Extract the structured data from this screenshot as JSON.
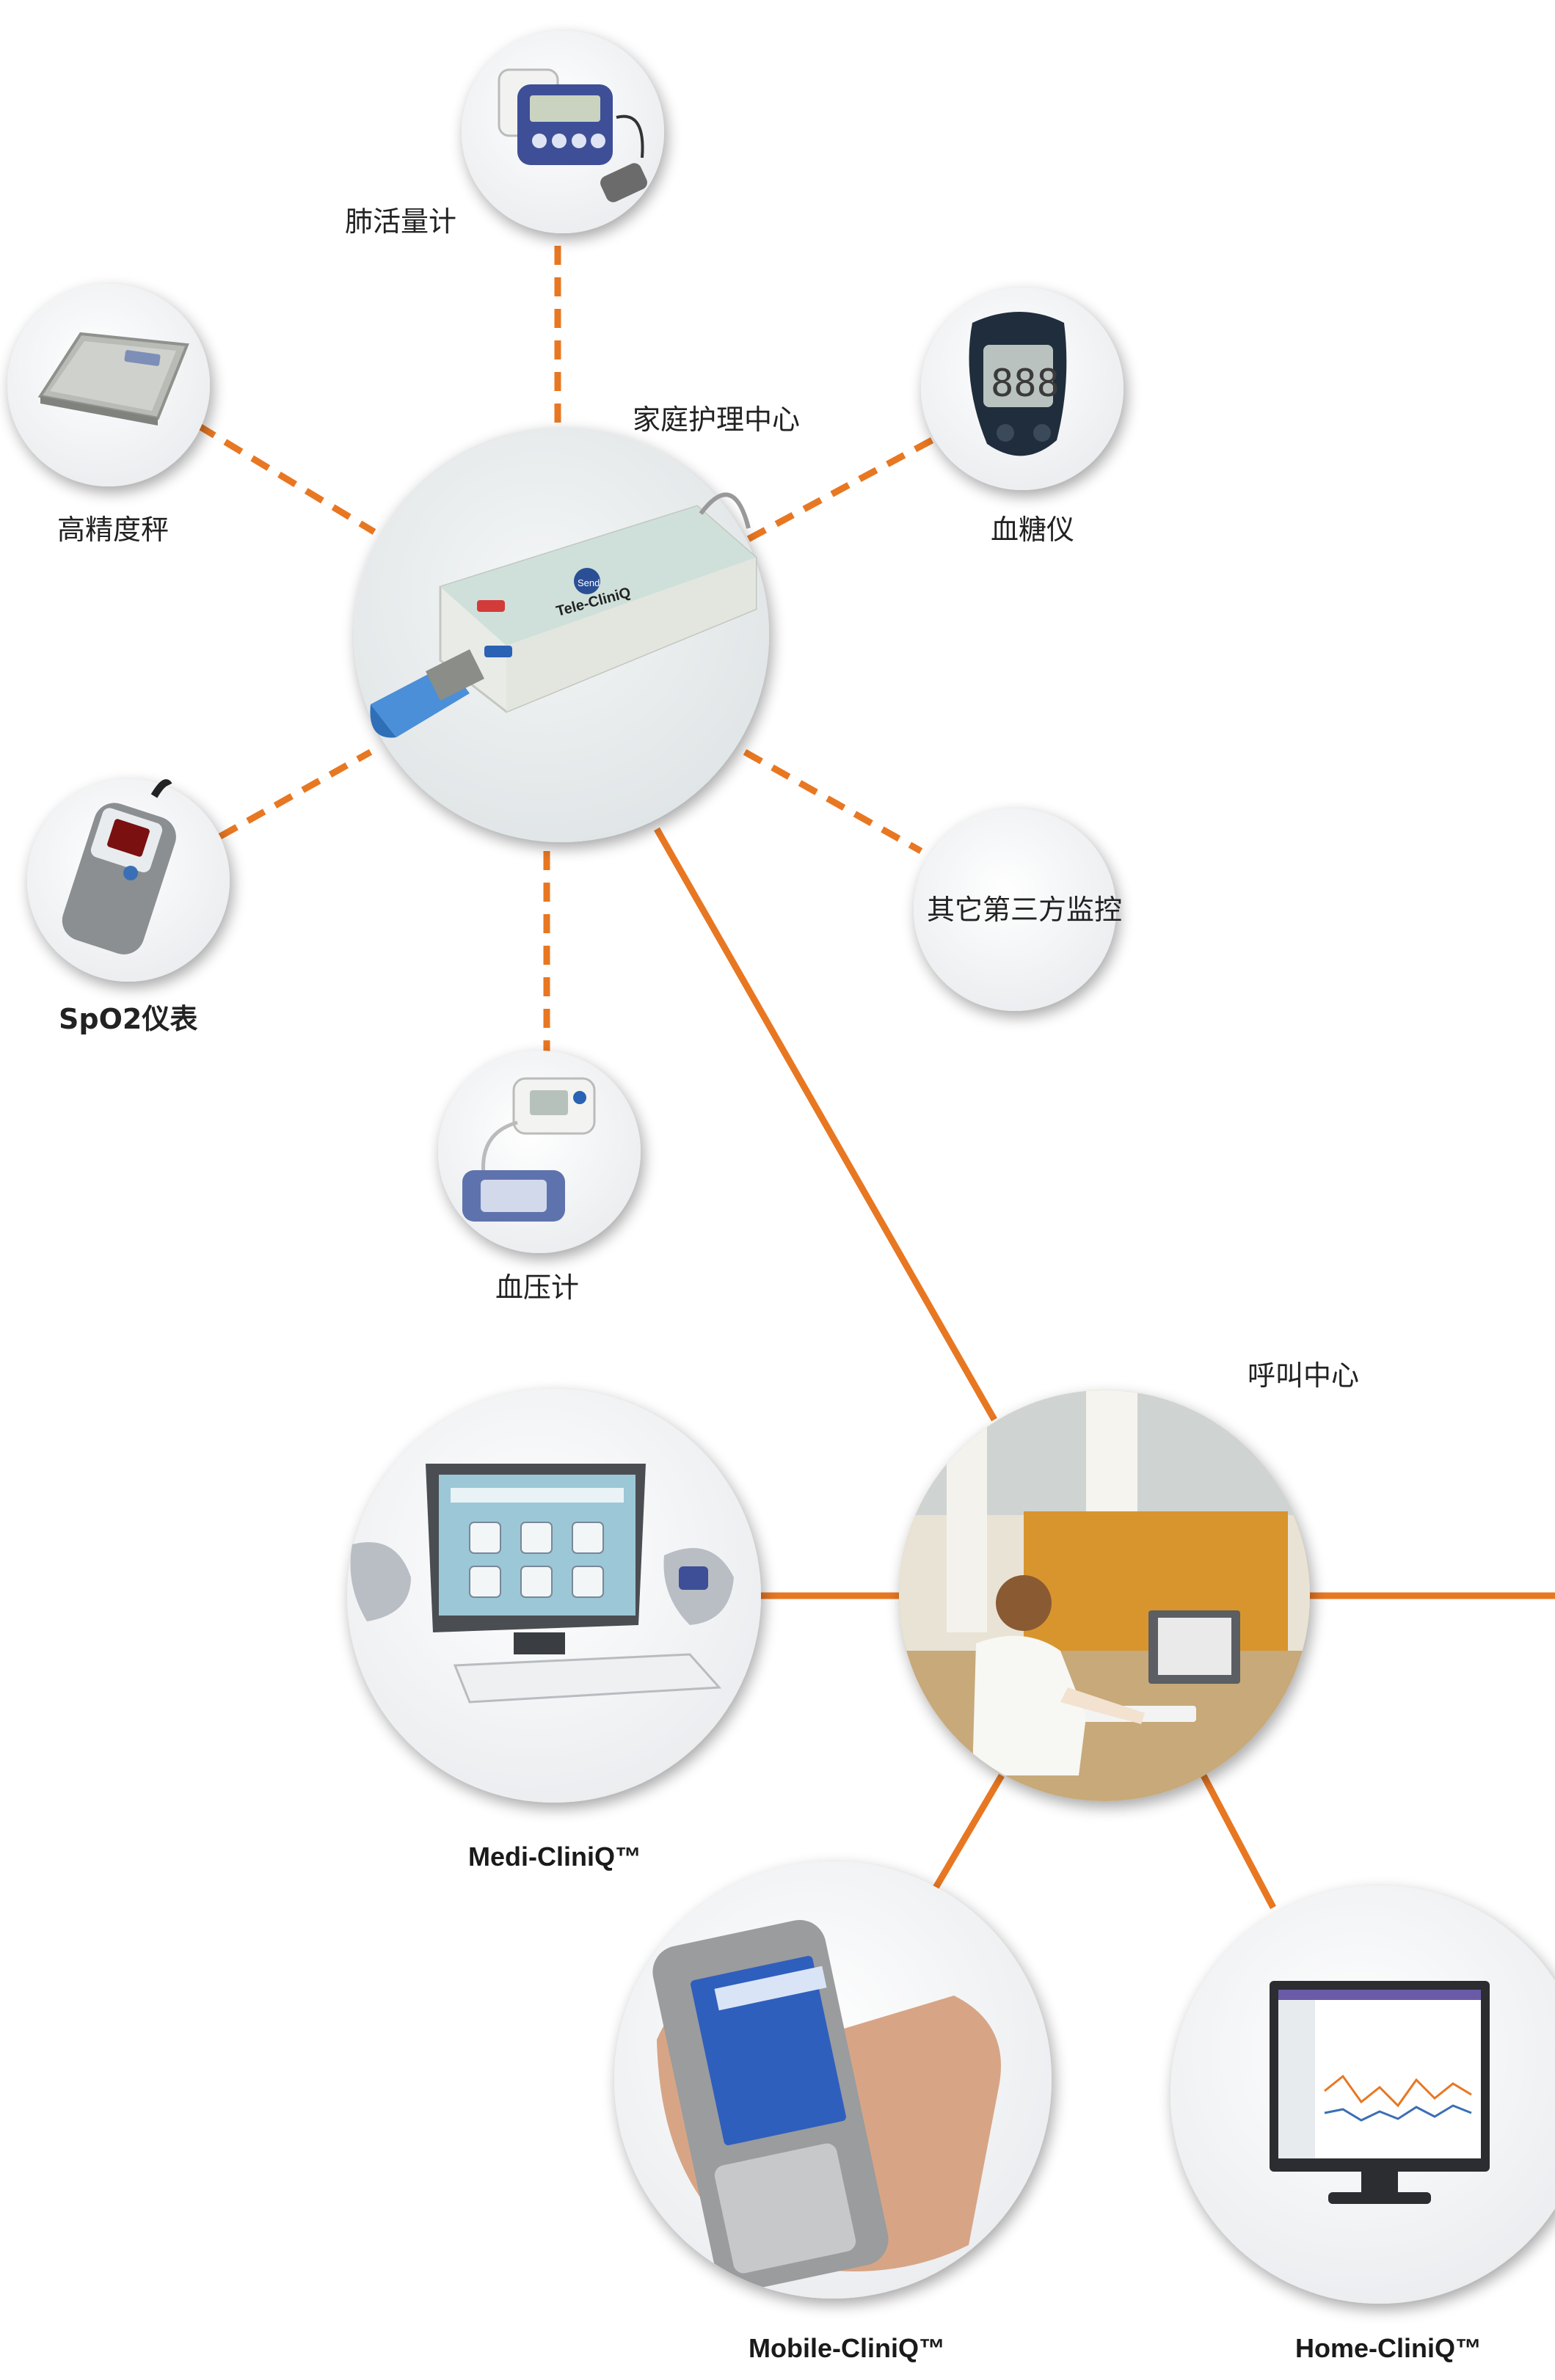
{
  "hub": {
    "title": "家庭护理中心",
    "device": {
      "brand": "Tele-CliniQ",
      "button": "Send"
    }
  },
  "devices": {
    "spirometer": "肺活量计",
    "scale": "高精度秤",
    "glucometer": "血糖仪",
    "spo2": "SpO2仪表",
    "bp": "血压计",
    "third_party": "其它第三方监控"
  },
  "call_center": {
    "title": "呼叫中心"
  },
  "products": {
    "medi": "Medi-CliniQ™",
    "mobile": "Mobile-CliniQ™",
    "home": "Home-CliniQ™"
  },
  "colors": {
    "link": "#e87722",
    "circle": "#ffffff",
    "circle_shadow": "#c9ccd0"
  }
}
